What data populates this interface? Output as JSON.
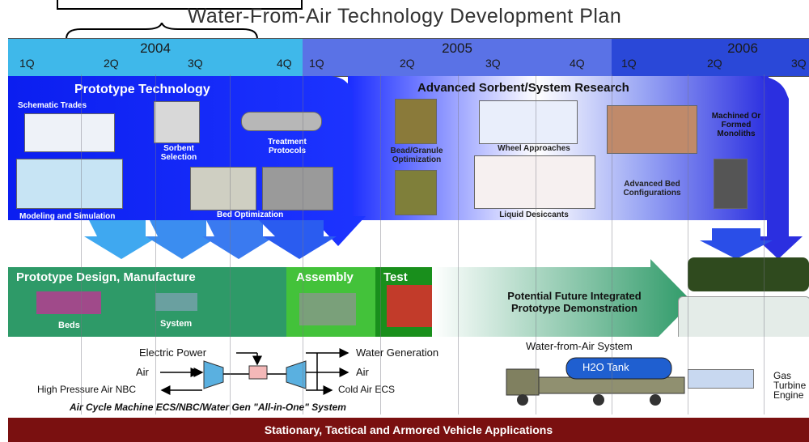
{
  "title": "Water-From-Air Technology Development Plan",
  "timeline": {
    "years": [
      {
        "label": "2004",
        "quarters": [
          "1Q",
          "2Q",
          "3Q",
          "4Q"
        ],
        "color": "#3fb8ea"
      },
      {
        "label": "2005",
        "quarters": [
          "1Q",
          "2Q",
          "3Q",
          "4Q"
        ],
        "color": "#5a72e6"
      },
      {
        "label": "2006",
        "quarters": [
          "1Q",
          "2Q",
          "3Q"
        ],
        "color": "#2a48d8"
      }
    ]
  },
  "prototype_technology": {
    "heading": "Prototype Technology",
    "items": {
      "schematic": "Schematic Trades",
      "sorbent": "Sorbent Selection",
      "treatment": "Treatment Protocols",
      "modeling": "Modeling and Simulation",
      "bed": "Bed Optimization"
    }
  },
  "advanced_research": {
    "heading": "Advanced Sorbent/System Research",
    "items": {
      "bead": "Bead/Granule Optimization",
      "wheel": "Wheel Approaches",
      "liquid": "Liquid Desiccants",
      "machined": "Machined Or Formed Monoliths",
      "advanced_bed": "Advanced Bed Configurations"
    }
  },
  "prototype_design": {
    "heading": "Prototype Design, Manufacture",
    "beds": "Beds",
    "system": "System"
  },
  "assembly": "Assembly",
  "test": "Test",
  "future": "Potential Future Integrated Prototype Demonstration",
  "acm": {
    "electric_power": "Electric Power",
    "air_in": "Air",
    "hp_air": "High Pressure Air NBC",
    "water_gen": "Water Generation",
    "air_out": "Air",
    "cold_air": "Cold Air ECS",
    "caption": "Air Cycle Machine ECS/NBC/Water Gen \"All-in-One\" System"
  },
  "vehicles": {
    "water_system": "Water-from-Air System",
    "tank": "H2O Tank",
    "gas_turbine": "Gas Turbine Engine"
  },
  "footer": "Stationary, Tactical and Armored Vehicle Applications"
}
